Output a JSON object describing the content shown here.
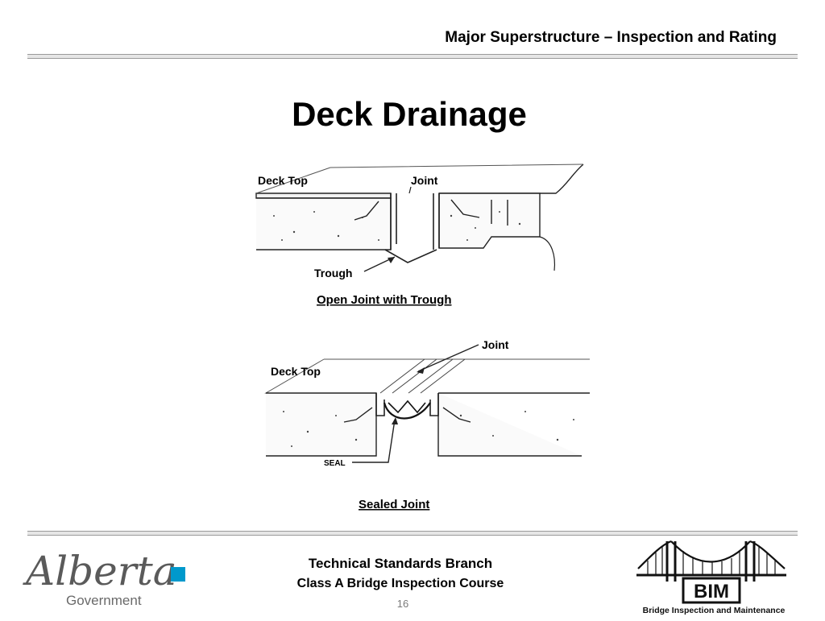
{
  "header": {
    "title": "Major Superstructure – Inspection and Rating"
  },
  "slide": {
    "title": "Deck Drainage"
  },
  "figure_top": {
    "label_deck_top": "Deck Top",
    "label_joint": "Joint",
    "label_trough": "Trough",
    "caption": "Open Joint with Trough"
  },
  "figure_bottom": {
    "label_joint": "Joint",
    "label_deck_top": "Deck Top",
    "label_seal": "SEAL",
    "caption": "Sealed Joint"
  },
  "footer": {
    "line1": "Technical Standards Branch",
    "line2": "Class A Bridge Inspection Course",
    "page_number": "16"
  },
  "logo_left": {
    "wordmark": "Alberta",
    "subtitle": "Government",
    "accent_color": "#0099cc"
  },
  "logo_right": {
    "acronym": "BIM",
    "subtitle": "Bridge Inspection and Maintenance"
  }
}
